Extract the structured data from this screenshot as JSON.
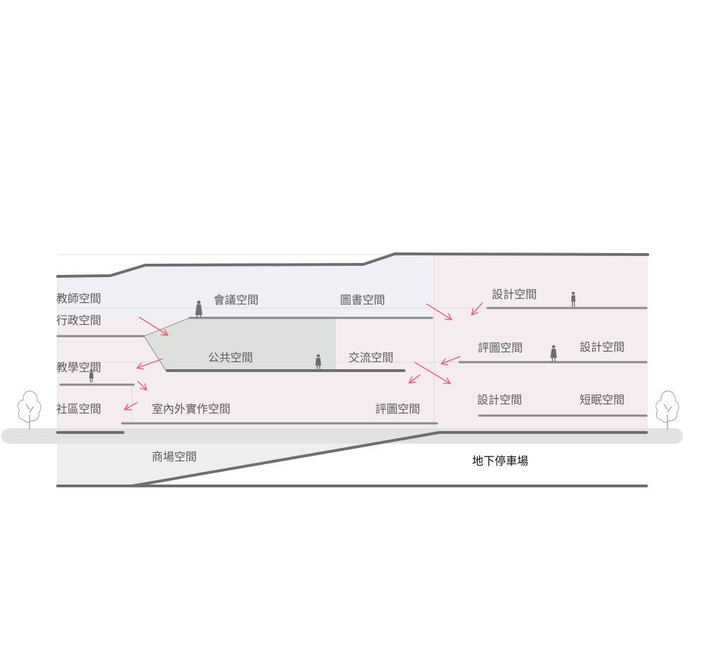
{
  "labels": {
    "teacher_space": "教師空間",
    "admin_space": "行政空間",
    "teaching_space": "教學空間",
    "community_space": "社區空間",
    "meeting_space": "會議空間",
    "library_space": "圖書空間",
    "public_space": "公共空間",
    "exchange_space": "交流空間",
    "indoor_outdoor_workshop": "室內外實作空間",
    "review_space_lower": "評圖空間",
    "design_space_top": "設計空間",
    "review_space_mid": "評圖空間",
    "design_space_mid": "設計空間",
    "design_space_low": "設計空間",
    "nap_space": "短眠空間",
    "mall_space": "商場空間",
    "parking": "地下停車場"
  },
  "colors": {
    "zone_blue": "#eef0f5",
    "zone_pink": "#f4ecee",
    "zone_green": "#dde0dd",
    "zone_basement": "#eeeeec",
    "ground": "#e2e2e2",
    "slab": "#6e6e6e",
    "arrow": "#e8606e"
  }
}
